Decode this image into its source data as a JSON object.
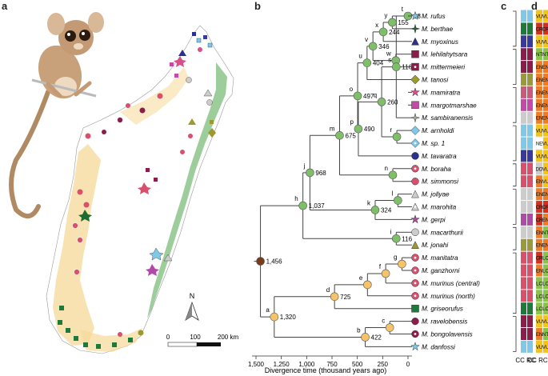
{
  "panels": {
    "a": "a",
    "b": "b",
    "c": "c",
    "d": "d"
  },
  "map": {
    "north_label": "N",
    "scale_ticks": [
      "0",
      "100",
      "200 km"
    ]
  },
  "tree": {
    "axis_label": "Divergence time (thousand years ago)",
    "axis_ticks": [
      "1,500",
      "1,250",
      "1,000",
      "750",
      "500",
      "250",
      "0"
    ],
    "nodes": [
      {
        "letter": "a",
        "age": "1,320"
      },
      {
        "letter": "",
        "age": "1,456"
      },
      {
        "letter": "h",
        "age": ""
      },
      {
        "letter": "j",
        "age": "968"
      },
      {
        "letter": "",
        "age": "1,037"
      },
      {
        "letter": "m",
        "age": "675"
      },
      {
        "letter": "o",
        "age": "497"
      },
      {
        "letter": "p",
        "age": "490"
      },
      {
        "letter": "u",
        "age": "404"
      },
      {
        "letter": "v",
        "age": "346"
      },
      {
        "letter": "q",
        "age": "260"
      },
      {
        "letter": "x",
        "age": "244"
      },
      {
        "letter": "y",
        "age": "155"
      },
      {
        "letter": "w",
        "age": ""
      },
      {
        "letter": "t",
        "age": "98"
      },
      {
        "letter": "s",
        "age": "116"
      },
      {
        "letter": "r",
        "age": ""
      },
      {
        "letter": "n",
        "age": ""
      },
      {
        "letter": "k",
        "age": "324"
      },
      {
        "letter": "l",
        "age": ""
      },
      {
        "letter": "i",
        "age": "116"
      },
      {
        "letter": "d",
        "age": "725"
      },
      {
        "letter": "e",
        "age": ""
      },
      {
        "letter": "f",
        "age": ""
      },
      {
        "letter": "g",
        "age": ""
      },
      {
        "letter": "b",
        "age": "422"
      },
      {
        "letter": "c",
        "age": ""
      }
    ]
  },
  "species": [
    {
      "name": "M. rufus",
      "sym": "star",
      "color": "#7fc8e8",
      "c1": "#7fc8e8",
      "c2": "#7fc8e8",
      "iucn1": "VU",
      "iucn2": "VU",
      "i1c": "#f3c317",
      "i2c": "#f3c317"
    },
    {
      "name": "M. berthae",
      "sym": "star4",
      "color": "#1e6b2e",
      "c1": "#1e7a3a",
      "c2": "#1e7a3a",
      "iucn1": "CR",
      "iucn2": "CR",
      "i1c": "#d4301f",
      "i2c": "#d4301f"
    },
    {
      "name": "M. myoxinus",
      "sym": "tri",
      "color": "#2b2f8f",
      "c1": "#3a3a9a",
      "c2": "#3a3a9a",
      "iucn1": "VU",
      "iucn2": "VU",
      "i1c": "#f3c317",
      "i2c": "#f3c317"
    },
    {
      "name": "M. lehilahytsara",
      "sym": "square",
      "color": "#8b1d4a",
      "c1": "#8b1d4a",
      "c2": "#8b1d4a",
      "iucn1": "NT",
      "iucn2": "NT",
      "i1c": "#8bc34a",
      "i2c": "#8bc34a"
    },
    {
      "name": "M. mittermeieri",
      "sym": "squaredot",
      "color": "#8b1d4a",
      "c1": "#8b1d4a",
      "c2": "#8b1d4a",
      "iucn1": "EN",
      "iucn2": "EN",
      "i1c": "#ef7b22",
      "i2c": "#ef7b22"
    },
    {
      "name": "M. tanosi",
      "sym": "diamond",
      "color": "#9a9a2e",
      "c1": "#9a9a3a",
      "c2": "#9a9a3a",
      "iucn1": "EN",
      "iucn2": "EN",
      "i1c": "#ef7b22",
      "i2c": "#ef7b22"
    },
    {
      "name": "M. mamiratra",
      "sym": "star",
      "color": "#d8508b",
      "c1": "#c85a7a",
      "c2": "#c85a7a",
      "iucn1": "EN",
      "iucn2": "EN",
      "i1c": "#ef7b22",
      "i2c": "#ef7b22"
    },
    {
      "name": "M. margotmarshae",
      "sym": "square",
      "color": "#c44aa8",
      "c1": "#c44aa8",
      "c2": "#c44aa8",
      "iucn1": "EN",
      "iucn2": "EN",
      "i1c": "#ef7b22",
      "i2c": "#ef7b22"
    },
    {
      "name": "M. sambiranensis",
      "sym": "star4",
      "color": "#aaaaaa",
      "c1": "#cccccc",
      "c2": "#cccccc",
      "iucn1": "EN",
      "iucn2": "EN",
      "i1c": "#ef7b22",
      "i2c": "#ef7b22"
    },
    {
      "name": "M. arnholdi",
      "sym": "diamond",
      "color": "#7fc8e8",
      "c1": "#7fc8e8",
      "c2": "#7fc8e8",
      "iucn1": "VU",
      "iucn2": "VU",
      "i1c": "#f3c317",
      "i2c": "#f3c317"
    },
    {
      "name": "M. sp. 1",
      "sym": "diamonddot",
      "color": "#7fc8e8",
      "c1": "#7fc8e8",
      "c2": "#7fc8e8",
      "iucn1": "NE",
      "iucn2": "VU",
      "i1c": "#ffffff",
      "i2c": "#f3c317"
    },
    {
      "name": "M. tavaratra",
      "sym": "circle",
      "color": "#2b2f8f",
      "c1": "#3a3a9a",
      "c2": "#3a3a9a",
      "iucn1": "VU",
      "iucn2": "VU",
      "i1c": "#f3c317",
      "i2c": "#f3c317"
    },
    {
      "name": "M. boraha",
      "sym": "pentadot",
      "color": "#d8506b",
      "c1": "#d8506b",
      "c2": "#d8506b",
      "iucn1": "DD",
      "iucn2": "VU",
      "i1c": "#cccccc",
      "i2c": "#f3c317"
    },
    {
      "name": "M. simmonsi",
      "sym": "penta",
      "color": "#d8506b",
      "c1": "#d8506b",
      "c2": "#d8506b",
      "iucn1": "EN",
      "iucn2": "VU",
      "i1c": "#ef7b22",
      "i2c": "#f3c317"
    },
    {
      "name": "M. jollyae",
      "sym": "tri",
      "color": "#cccccc",
      "c1": "#cccccc",
      "c2": "#cccccc",
      "iucn1": "EN",
      "iucn2": "EN",
      "i1c": "#ef7b22",
      "i2c": "#ef7b22"
    },
    {
      "name": "M. marohita",
      "sym": "tridot",
      "color": "#cccccc",
      "c1": "#cccccc",
      "c2": "#cccccc",
      "iucn1": "CR",
      "iucn2": "CR",
      "i1c": "#d4301f",
      "i2c": "#d4301f"
    },
    {
      "name": "M. gerpi",
      "sym": "star",
      "color": "#b04aa8",
      "c1": "#b04aa8",
      "c2": "#b04aa8",
      "iucn1": "CR",
      "iucn2": "EN",
      "i1c": "#d4301f",
      "i2c": "#ef7b22"
    },
    {
      "name": "M. macarthurii",
      "sym": "circle",
      "color": "#cccccc",
      "c1": "#cccccc",
      "c2": "#cccccc",
      "iucn1": "EN",
      "iucn2": "NT",
      "i1c": "#ef7b22",
      "i2c": "#8bc34a"
    },
    {
      "name": "M. jonahi",
      "sym": "tri",
      "color": "#9a9a2e",
      "c1": "#9a9a3a",
      "c2": "#9a9a3a",
      "iucn1": "EN",
      "iucn2": "EN",
      "i1c": "#ef7b22",
      "i2c": "#ef7b22"
    },
    {
      "name": "M. manitatra",
      "sym": "circledot",
      "color": "#d8506b",
      "c1": "#d8506b",
      "c2": "#d8506b",
      "iucn1": "CR",
      "iucn2": "LC",
      "i1c": "#d4301f",
      "i2c": "#8bc34a"
    },
    {
      "name": "M. ganzhorni",
      "sym": "circledot",
      "color": "#d8506b",
      "c1": "#d8506b",
      "c2": "#d8506b",
      "iucn1": "EN",
      "iucn2": "LC",
      "i1c": "#ef7b22",
      "i2c": "#8bc34a"
    },
    {
      "name": "M. murinus (central)",
      "sym": "circledot",
      "color": "#d8506b",
      "c1": "#d8506b",
      "c2": "#d8506b",
      "iucn1": "LC",
      "iucn2": "LC",
      "i1c": "#8bc34a",
      "i2c": "#8bc34a"
    },
    {
      "name": "M. murinus (north)",
      "sym": "circledot",
      "color": "#d8506b",
      "c1": "#d8506b",
      "c2": "#d8506b",
      "iucn1": "LC",
      "iucn2": "LC",
      "i1c": "#8bc34a",
      "i2c": "#8bc34a"
    },
    {
      "name": "M. griseorufus",
      "sym": "square",
      "color": "#1e7a3a",
      "c1": "#1e7a3a",
      "c2": "#1e7a3a",
      "iucn1": "LC",
      "iucn2": "LC",
      "i1c": "#8bc34a",
      "i2c": "#8bc34a"
    },
    {
      "name": "M. ravelobensis",
      "sym": "penta",
      "color": "#8b1d4a",
      "c1": "#8b1d4a",
      "c2": "#8b1d4a",
      "iucn1": "VU",
      "iucn2": "VU",
      "i1c": "#f3c317",
      "i2c": "#f3c317"
    },
    {
      "name": "M. bongolavensis",
      "sym": "pentadot",
      "color": "#8b1d4a",
      "c1": "#8b1d4a",
      "c2": "#8b1d4a",
      "iucn1": "EN",
      "iucn2": "NT",
      "i1c": "#ef7b22",
      "i2c": "#8bc34a"
    },
    {
      "name": "M. danfossi",
      "sym": "star",
      "color": "#7fc8e8",
      "c1": "#7fc8e8",
      "c2": "#7fc8e8",
      "iucn1": "VU",
      "iucn2": "VU",
      "i1c": "#f3c317",
      "i2c": "#f3c317"
    }
  ],
  "col_labels": {
    "c": "CC RC",
    "d": "CC RC"
  },
  "colors": {
    "dry_forest": "#f6d898",
    "humid_forest": "#8cc48a",
    "branch": "#444444",
    "node_fill": "#7fbf6a",
    "node_fill_orange": "#f6c36a",
    "node_root": "#7a3b1a"
  }
}
